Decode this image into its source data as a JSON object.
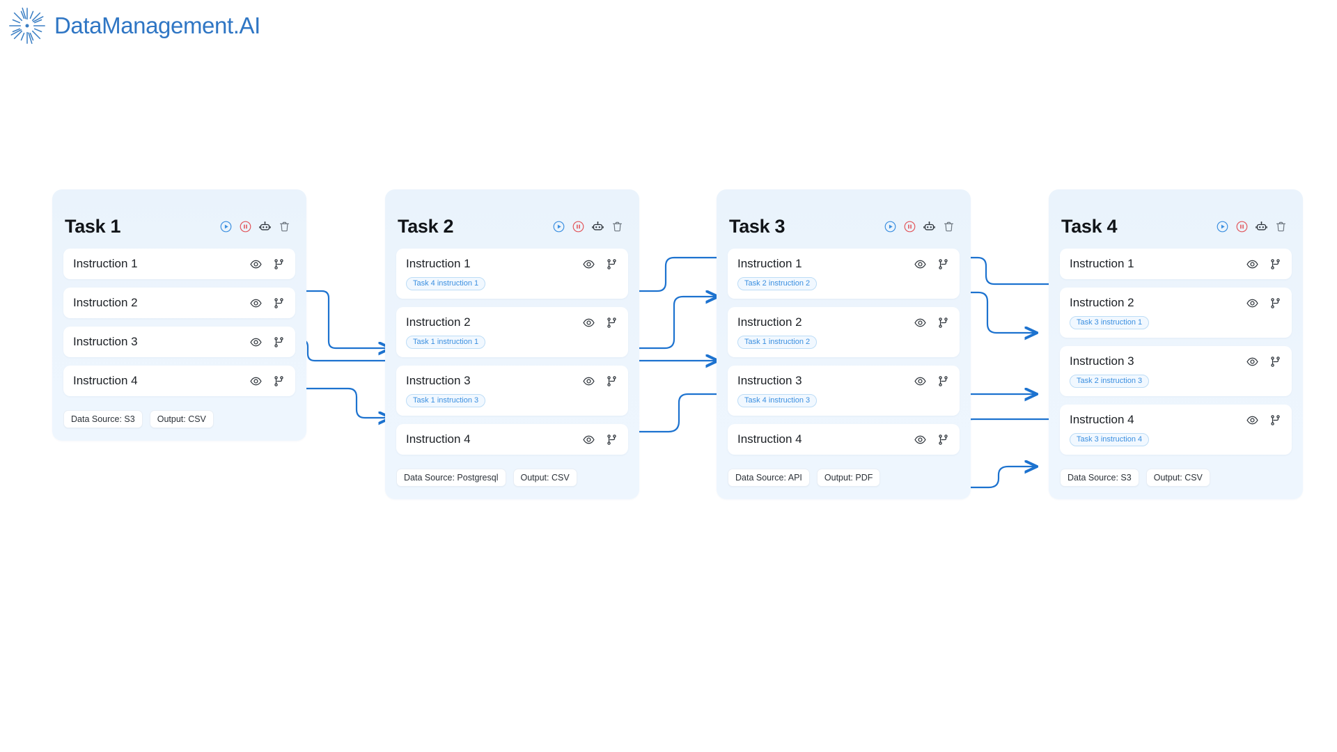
{
  "brand": {
    "name": "DataManagement.AI",
    "logo_icon": "starburst-icon",
    "accent_color": "#2f76c4"
  },
  "palette": {
    "edge": "#1c72cf",
    "node_dot": "#1a6fd0",
    "card_bg": "#eaf3fc",
    "tag_text": "#3b8fe0",
    "tag_border": "#bcdcf6",
    "play": "#3b8fe0",
    "pause": "#e2555a",
    "robot": "#2b3138",
    "trash": "#6d767f"
  },
  "card_actions": [
    {
      "name": "run-button",
      "icon": "play-circle-icon",
      "label": "Run"
    },
    {
      "name": "pause-button",
      "icon": "pause-circle-icon",
      "label": "Pause"
    },
    {
      "name": "agent-button",
      "icon": "robot-icon",
      "label": "Agent"
    },
    {
      "name": "delete-button",
      "icon": "trash-icon",
      "label": "Delete"
    }
  ],
  "instruction_actions": [
    {
      "name": "preview-button",
      "icon": "eye-icon",
      "label": "Preview"
    },
    {
      "name": "branch-button",
      "icon": "git-branch-icon",
      "label": "Dependencies"
    }
  ],
  "tasks": [
    {
      "title": "Task 1",
      "instructions": [
        {
          "label": "Instruction 1",
          "dependency": ""
        },
        {
          "label": "Instruction 2",
          "dependency": ""
        },
        {
          "label": "Instruction 3",
          "dependency": ""
        },
        {
          "label": "Instruction 4",
          "dependency": ""
        }
      ],
      "footer": [
        "Data Source: S3",
        "Output: CSV"
      ]
    },
    {
      "title": "Task 2",
      "instructions": [
        {
          "label": "Instruction 1",
          "dependency": "Task 4 instruction 1"
        },
        {
          "label": "Instruction 2",
          "dependency": "Task 1 instruction 1"
        },
        {
          "label": "Instruction 3",
          "dependency": "Task 1 instruction 3"
        },
        {
          "label": "Instruction 4",
          "dependency": ""
        }
      ],
      "footer": [
        "Data Source: Postgresql",
        "Output: CSV"
      ]
    },
    {
      "title": "Task 3",
      "instructions": [
        {
          "label": "Instruction 1",
          "dependency": "Task 2 instruction 2"
        },
        {
          "label": "Instruction 2",
          "dependency": "Task 1 instruction 2"
        },
        {
          "label": "Instruction 3",
          "dependency": "Task 4 instruction 3"
        },
        {
          "label": "Instruction 4",
          "dependency": ""
        }
      ],
      "footer": [
        "Data Source: API",
        "Output: PDF"
      ]
    },
    {
      "title": "Task 4",
      "instructions": [
        {
          "label": "Instruction 1",
          "dependency": ""
        },
        {
          "label": "Instruction 2",
          "dependency": "Task 3 instruction 1"
        },
        {
          "label": "Instruction 3",
          "dependency": "Task 2 instruction 3"
        },
        {
          "label": "Instruction 4",
          "dependency": "Task 3 instruction 4"
        }
      ],
      "footer": [
        "Data Source: S3",
        "Output: CSV"
      ]
    }
  ],
  "edges": [
    {
      "from": "Task 1 instruction 1",
      "to": "Task 2 instruction 2"
    },
    {
      "from": "Task 1 instruction 2",
      "to": "Task 3 instruction 2"
    },
    {
      "from": "Task 1 instruction 3",
      "to": "Task 2 instruction 3"
    },
    {
      "from": "Task 2 instruction 2",
      "to": "Task 3 instruction 1"
    },
    {
      "from": "Task 2 instruction 3",
      "to": "Task 4 instruction 3"
    },
    {
      "from": "Task 3 instruction 1",
      "to": "Task 4 instruction 2"
    },
    {
      "from": "Task 3 instruction 4",
      "to": "Task 4 instruction 4"
    },
    {
      "from": "Task 4 instruction 1",
      "to": "Task 2 instruction 1"
    },
    {
      "from": "Task 4 instruction 3",
      "to": "Task 3 instruction 3"
    }
  ]
}
